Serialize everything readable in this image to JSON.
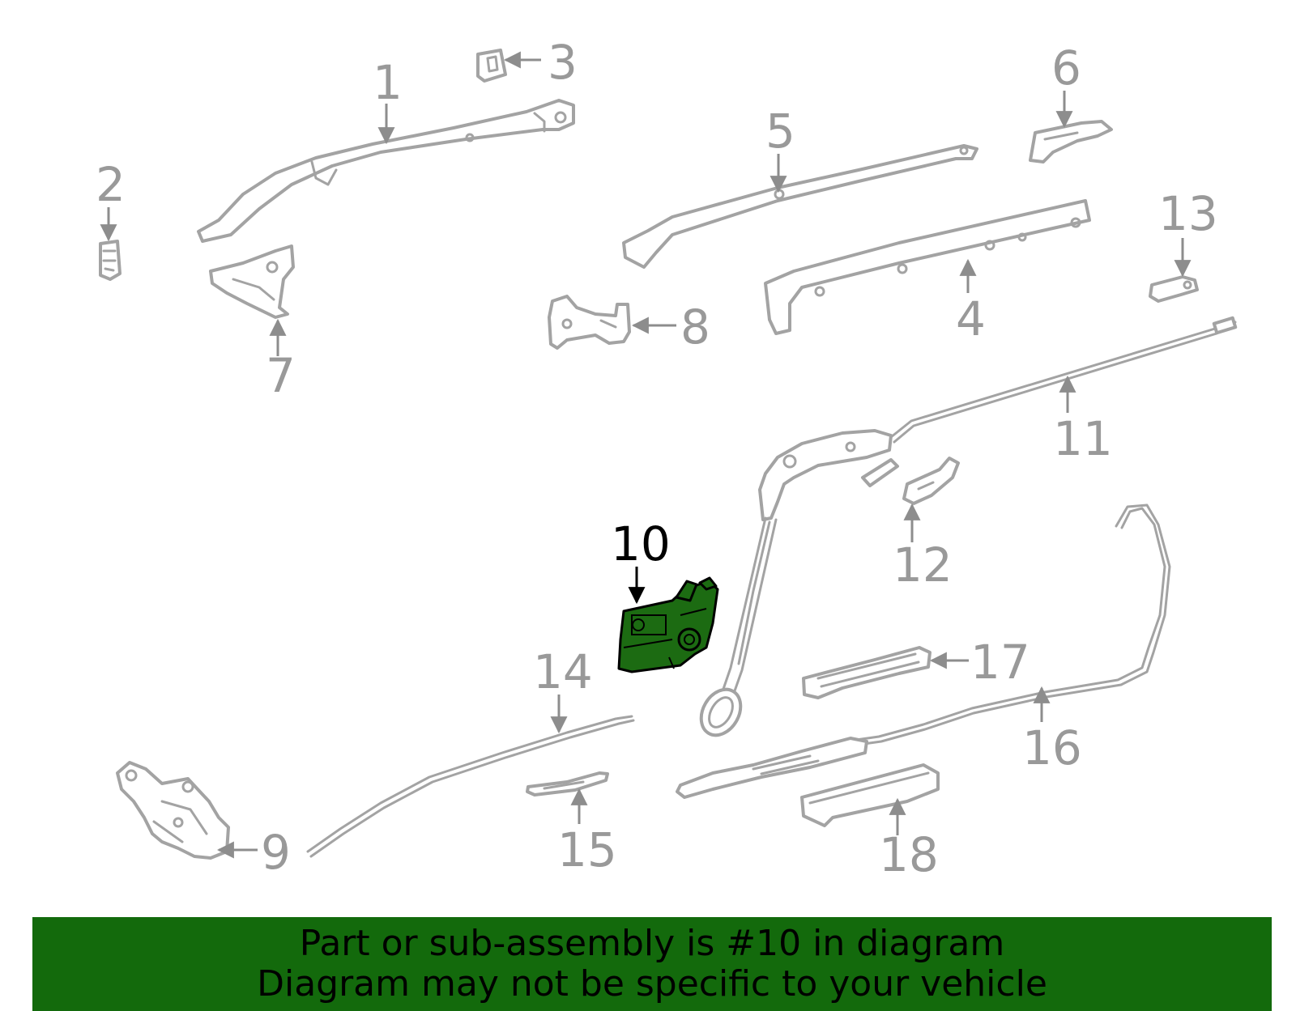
{
  "callouts": {
    "c1": "1",
    "c2": "2",
    "c3": "3",
    "c4": "4",
    "c5": "5",
    "c6": "6",
    "c7": "7",
    "c8": "8",
    "c9": "9",
    "c10": "10",
    "c11": "11",
    "c12": "12",
    "c13": "13",
    "c14": "14",
    "c15": "15",
    "c16": "16",
    "c17": "17",
    "c18": "18"
  },
  "highlighted_part": "10",
  "colors": {
    "highlight": "#1c6b12",
    "banner": "#136a0c",
    "part_outline": "#a3a3a3",
    "callout_text": "#999999"
  },
  "banner": {
    "line1": "Part or sub-assembly is #10 in diagram",
    "line2": "Diagram may not be specific to your vehicle"
  }
}
